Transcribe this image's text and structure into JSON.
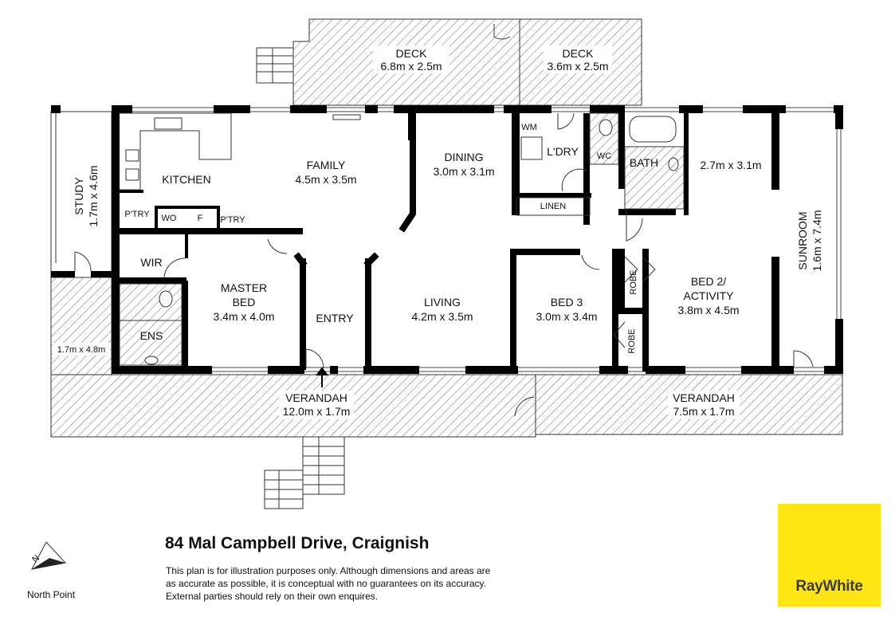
{
  "rooms": {
    "deck_a": {
      "name": "DECK",
      "size": "6.8m x 2.5m"
    },
    "deck_b": {
      "name": "DECK",
      "size": "3.6m x 2.5m"
    },
    "study": {
      "name": "STUDY",
      "size": "1.7m x 4.6m"
    },
    "kitchen": {
      "name": "KITCHEN"
    },
    "family": {
      "name": "FAMILY",
      "size": "4.5m x 3.5m"
    },
    "dining": {
      "name": "DINING",
      "size": "3.0m x 3.1m"
    },
    "wm": {
      "name": "WM"
    },
    "laundry": {
      "name": "L'DRY"
    },
    "wc": {
      "name": "WC"
    },
    "bath": {
      "name": "BATH"
    },
    "bed4": {
      "size": "2.7m x 3.1m"
    },
    "pantry": {
      "name": "P'TRY"
    },
    "wo": {
      "name": "WO"
    },
    "fridge": {
      "name": "F"
    },
    "pantry2": {
      "name": "P'TRY"
    },
    "linen": {
      "name": "LINEN"
    },
    "sunroom": {
      "name": "SUNROOM",
      "size": "1.6m x 7.4m"
    },
    "wir": {
      "name": "WIR"
    },
    "master": {
      "name1": "MASTER",
      "name2": "BED",
      "size": "3.4m x 4.0m"
    },
    "ens": {
      "name": "ENS"
    },
    "entry": {
      "name": "ENTRY"
    },
    "living": {
      "name": "LIVING",
      "size": "4.2m x 3.5m"
    },
    "bed3": {
      "name": "BED 3",
      "size": "3.0m x 3.4m"
    },
    "robe_a": {
      "name": "ROBE"
    },
    "robe_b": {
      "name": "ROBE"
    },
    "bed2": {
      "name1": "BED 2/",
      "name2": "ACTIVITY",
      "size": "3.8m x 4.5m"
    },
    "side_deck": {
      "size": "1.7m x 4.8m"
    },
    "verandah_a": {
      "name": "VERANDAH",
      "size": "12.0m x 1.7m"
    },
    "verandah_b": {
      "name": "VERANDAH",
      "size": "7.5m x 1.7m"
    }
  },
  "address": "84 Mal Campbell Drive, Craignish",
  "disclaimer_lines": [
    "This plan is for illustration purposes only.  Although dimensions and areas are",
    "as accurate as possible, it is conceptual with no guarantees on its accuracy.",
    "External parties should rely on their own enquires."
  ],
  "north_point": "North Point",
  "north_letter": "N",
  "brand": {
    "name": "RayWhite",
    "color": "#ffe512"
  }
}
